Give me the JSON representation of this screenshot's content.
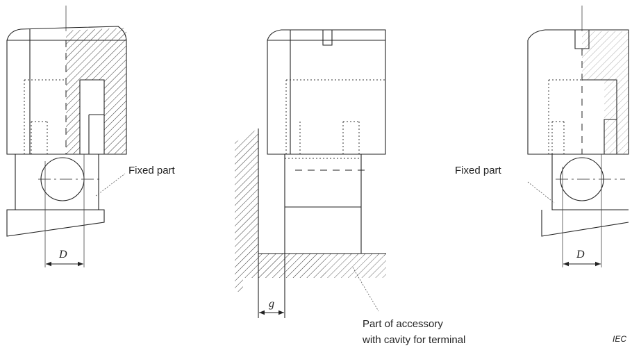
{
  "labels": {
    "fixed_part_left": "Fixed part",
    "fixed_part_right": "Fixed part",
    "accessory_line1": "Part of accessory",
    "accessory_line2": "with cavity for terminal",
    "dim_d_left": "D",
    "dim_d_right": "D",
    "dim_g": "g",
    "source": "IEC"
  }
}
